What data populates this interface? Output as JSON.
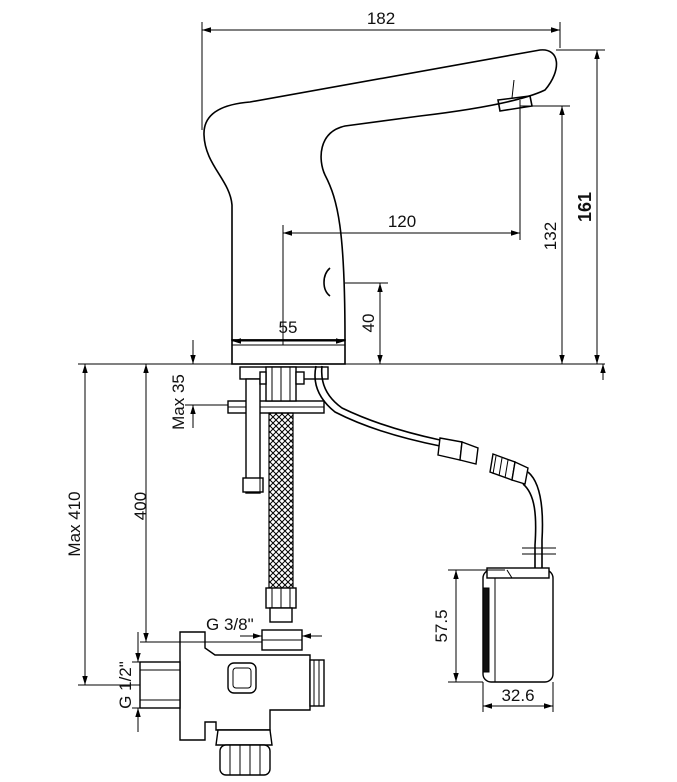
{
  "dimensions": {
    "overall_length": "182",
    "spout_reach": "120",
    "base_width": "55",
    "sensor_height": "40",
    "outlet_height": "132",
    "overall_height": "161",
    "max_deck_thickness": "Max 35",
    "hose_length": "400",
    "max_hose_reach": "Max 410",
    "hose_thread": "G 3/8\"",
    "inlet_thread": "G 1/2\"",
    "box_height": "57.5",
    "box_width": "32.6"
  }
}
